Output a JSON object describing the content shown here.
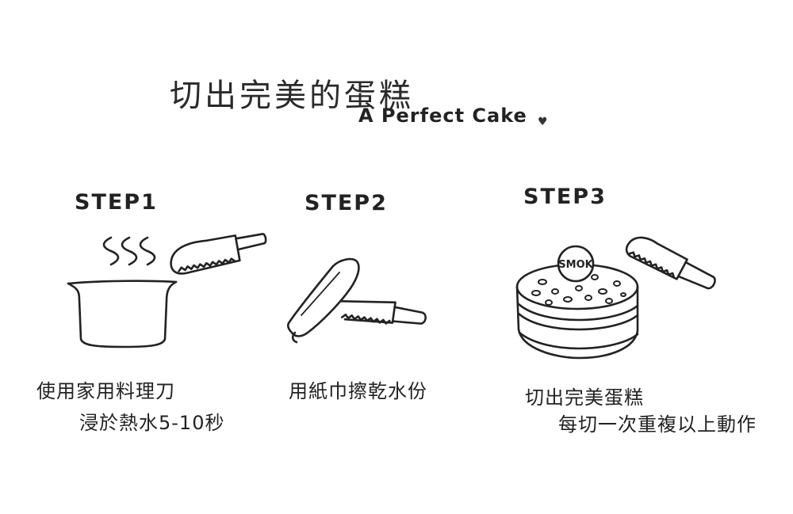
{
  "title": {
    "chinese": "切出完美的蛋糕",
    "english": "A Perfect Cake",
    "heart_icon": "heart-icon"
  },
  "steps": [
    {
      "label": "STEP1",
      "caption_lines": [
        "使用家用料理刀",
        "浸於熱水5-10秒"
      ],
      "icons": [
        "steam-icon",
        "knife-icon",
        "pot-icon"
      ]
    },
    {
      "label": "STEP2",
      "caption_lines": [
        "用紙巾擦乾水份"
      ],
      "icons": [
        "paper-towel-icon",
        "knife-icon"
      ]
    },
    {
      "label": "STEP3",
      "caption_lines": [
        "切出完美蛋糕",
        "每切一次重複以上動作"
      ],
      "icons": [
        "cake-icon",
        "knife-icon"
      ],
      "cake_topper_text": "SMOK"
    }
  ],
  "colors": {
    "ink": "#222222",
    "background": "#ffffff"
  }
}
